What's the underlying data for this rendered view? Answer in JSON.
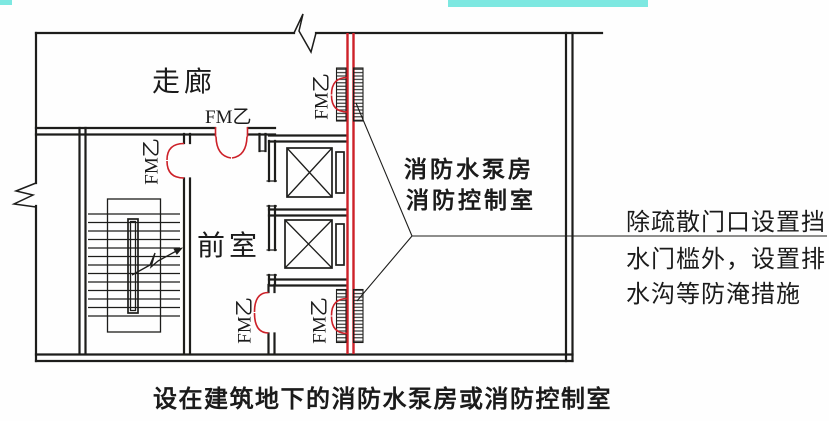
{
  "colors": {
    "wall": "#1d1d1b",
    "fire_red": "#cd2129",
    "highlight": "#7de8e1",
    "text": "#1b1b1b",
    "background": "#fefefe"
  },
  "labels": {
    "corridor": "走廊",
    "anteroom": "前室",
    "pump_room_line1": "消防水泵房",
    "pump_room_line2": "消防控制室"
  },
  "doors": {
    "corridor_door": "FM乙",
    "stair_door": "FM乙",
    "upper_firewall_door": "FM乙",
    "anteroom_door": "FM乙",
    "lower_firewall_door": "FM乙"
  },
  "annotation": {
    "line1": "除疏散门口设置挡",
    "line2": "水门槛外，设置排",
    "line3": "水沟等防淹措施"
  },
  "caption": "设在建筑地下的消防水泵房或消防控制室"
}
